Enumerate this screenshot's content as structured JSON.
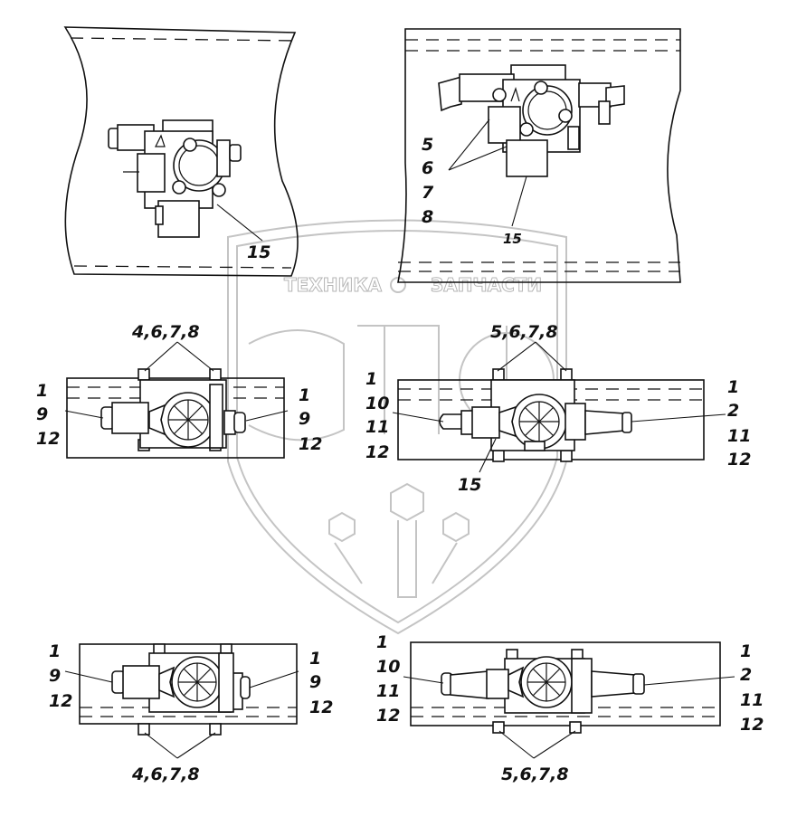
{
  "watermark": {
    "word_left": "ТЕХНИКА",
    "word_right": "ЗАПЧАСТИ",
    "logo_letters": "ЭПФ"
  },
  "views": {
    "top_left": {
      "callouts": [
        "15"
      ]
    },
    "top_right": {
      "callouts": [
        "5",
        "6",
        "7",
        "8",
        "15"
      ]
    },
    "middle_left": {
      "callouts": [
        "4,6,7,8",
        "1",
        "9",
        "12",
        "1",
        "9",
        "12"
      ]
    },
    "middle_right": {
      "callouts": [
        "5,6,7,8",
        "1",
        "10",
        "11",
        "12",
        "15",
        "1",
        "2",
        "11",
        "12"
      ]
    },
    "bottom_left": {
      "callouts": [
        "1",
        "9",
        "12",
        "1",
        "9",
        "12",
        "4,6,7,8"
      ]
    },
    "bottom_right": {
      "callouts": [
        "1",
        "10",
        "11",
        "12",
        "1",
        "2",
        "11",
        "12",
        "5,6,7,8"
      ]
    }
  }
}
